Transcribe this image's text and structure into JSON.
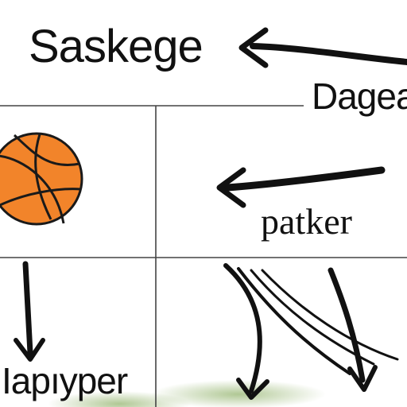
{
  "labels": {
    "title": "Saskege",
    "right_top": "Dagea",
    "right_middle": "patker",
    "bottom_left": "Ιapıyper"
  },
  "colors": {
    "ink": "#111111",
    "ball": "#f2842a",
    "grid": "#444444",
    "ground": "#6f9a3c"
  },
  "icons": {
    "ball": "basketball-icon"
  }
}
